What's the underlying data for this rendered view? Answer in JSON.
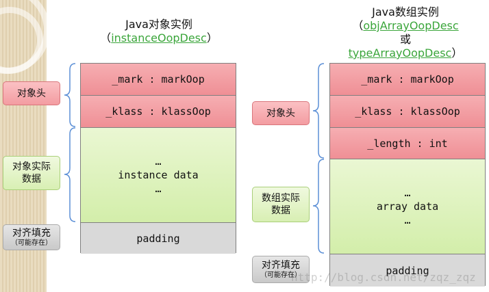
{
  "left": {
    "title": "Java对象实例",
    "subtitle_open": "（",
    "subtitle_link": "instanceOopDesc",
    "subtitle_close": "）",
    "cells": [
      "_mark : markOop",
      "_klass : klassOop",
      "…\ninstance data\n…",
      "padding"
    ],
    "labels": {
      "header": "对象头",
      "instance_data_line1": "对象实际",
      "instance_data_line2": "数据",
      "padding": "对齐填充",
      "padding_note": "（可能存在）"
    }
  },
  "right": {
    "title": "Java数组实例",
    "subtitle_open": "（",
    "subtitle_link1": "objArrayOopDesc",
    "subtitle_or": "或",
    "subtitle_link2": "typeArrayOopDesc",
    "subtitle_close": "）",
    "cells": [
      "_mark : markOop",
      "_klass : klassOop",
      "_length : int",
      "…\narray data\n…",
      "padding"
    ],
    "labels": {
      "header": "对象头",
      "array_data_line1": "数组实际",
      "array_data_line2": "数据",
      "padding": "对齐填充",
      "padding_note": "（可能存在）"
    }
  },
  "watermark": "http://blog.csdn.net/zqz_zqz",
  "colors": {
    "header_fill": "#ef8f95",
    "data_fill": "#d3eeaa",
    "padding_fill": "#d9d9d9",
    "brace": "#5b8fd6",
    "link": "#3aa53a"
  }
}
